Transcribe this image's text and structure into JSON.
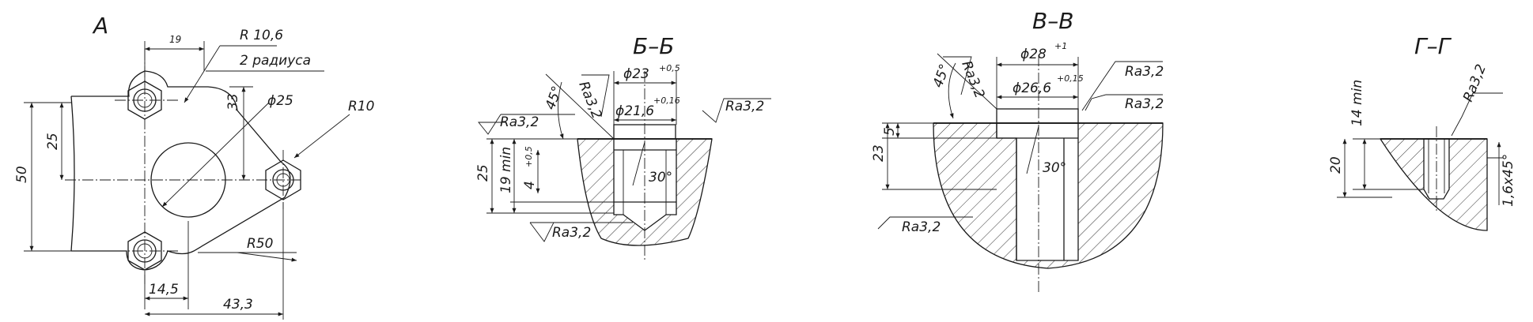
{
  "views": {
    "a": {
      "title": "А",
      "dim_19": "19",
      "r_10_6": "R 10,6",
      "two_radii": "2 радиуса",
      "dim_33": "33",
      "dia_25": "ϕ25",
      "r10": "R10",
      "dim_50": "50",
      "dim_25": "25",
      "r50": "R50",
      "dim_14_5": "14,5",
      "dim_43_3": "43,3"
    },
    "bb": {
      "title": "Б–Б",
      "dia_23": "ϕ23",
      "tol_05": "+0,5",
      "dia_21_6": "ϕ21,6",
      "tol_016": "+0,16",
      "angle_45": "45°",
      "ra_1": "Ra3,2",
      "ra_2": "Ra3,2",
      "ra_3": "Ra3,2",
      "ra_4": "Ra3,2",
      "dim_25": "25",
      "dim_19min": "19 min",
      "dim_4": "4",
      "tol_4": "+0,5",
      "angle_30": "30°"
    },
    "vv": {
      "title": "В–В",
      "dia_28": "ϕ28",
      "tol_1": "+1",
      "dia_26_6": "ϕ26,6",
      "tol_015": "+0,15",
      "angle_45": "45°",
      "ra_1": "Ra3,2",
      "ra_2": "Ra3,2",
      "ra_3": "Ra3,2",
      "ra_4": "Ra3,2",
      "dim_5": "5",
      "dim_23": "23",
      "angle_30": "30°"
    },
    "gg": {
      "title": "Г–Г",
      "dim_14min": "14 min",
      "ra_1": "Ra3,2",
      "dim_20": "20",
      "chamfer": "1,6x45°"
    }
  }
}
